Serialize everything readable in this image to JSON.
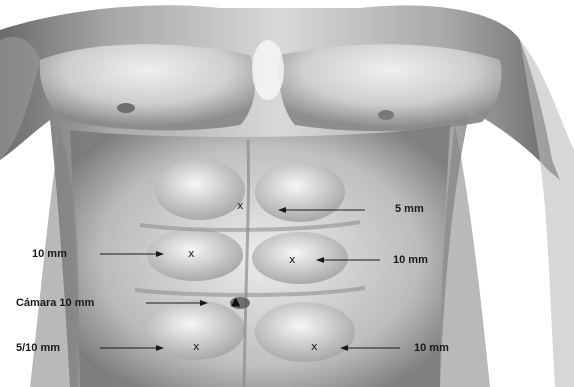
{
  "image": {
    "ports": [
      {
        "label": "5 mm",
        "mark": "x"
      },
      {
        "label": "10 mm",
        "mark": "x"
      },
      {
        "label": "10 mm",
        "mark": "x"
      },
      {
        "label": "Cámara 10 mm",
        "mark": "triangle"
      },
      {
        "label": "5/10 mm",
        "mark": "x"
      },
      {
        "label": "10 mm",
        "mark": "x"
      }
    ],
    "symbols": {
      "x": "x",
      "triangle": "▲"
    },
    "colors": {
      "background": "#ffffff",
      "skin_light": "#e6e6e6",
      "skin_mid": "#b8b8b8",
      "skin_dark": "#6e6e6e",
      "ink": "#1a1a1a"
    }
  }
}
